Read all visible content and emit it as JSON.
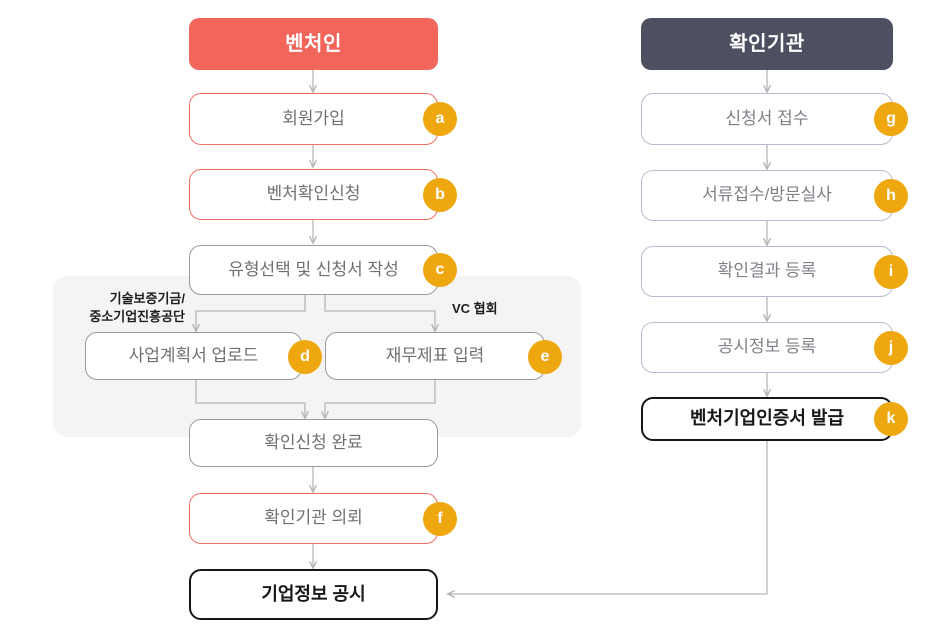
{
  "diagram": {
    "title_left": "벤처인",
    "title_right": "확인기관",
    "columns": [
      {
        "id": "applicant",
        "header": "벤처인",
        "header_color": "#f1655a"
      },
      {
        "id": "agency",
        "header": "확인기관",
        "header_color": "#4e5061"
      }
    ],
    "nodes": [
      {
        "id": "a",
        "label": "회원가입",
        "badge": "a",
        "style": "red",
        "column": "applicant"
      },
      {
        "id": "b",
        "label": "벤처확인신청",
        "badge": "b",
        "style": "red",
        "column": "applicant"
      },
      {
        "id": "c",
        "label": "유형선택 및 신청서 작성",
        "badge": "c",
        "style": "gray",
        "column": "applicant"
      },
      {
        "id": "d",
        "label": "사업계획서 업로드",
        "badge": "d",
        "style": "gray",
        "column": "applicant"
      },
      {
        "id": "e",
        "label": "재무제표 입력",
        "badge": "e",
        "style": "gray",
        "column": "applicant"
      },
      {
        "id": "done",
        "label": "확인신청 완료",
        "badge": "",
        "style": "gray",
        "column": "applicant"
      },
      {
        "id": "f",
        "label": "확인기관 의뢰",
        "badge": "f",
        "style": "red",
        "column": "applicant"
      },
      {
        "id": "pub",
        "label": "기업정보 공시",
        "badge": "",
        "style": "black",
        "column": "applicant"
      },
      {
        "id": "g",
        "label": "신청서 접수",
        "badge": "g",
        "style": "lav",
        "column": "agency"
      },
      {
        "id": "h",
        "label": "서류접수/방문실사",
        "badge": "h",
        "style": "lav",
        "column": "agency"
      },
      {
        "id": "i",
        "label": "확인결과 등록",
        "badge": "i",
        "style": "lav",
        "column": "agency"
      },
      {
        "id": "j",
        "label": "공시정보 등록",
        "badge": "j",
        "style": "lav",
        "column": "agency"
      },
      {
        "id": "k",
        "label": "벤처기업인증서 발급",
        "badge": "k",
        "style": "black",
        "column": "agency"
      }
    ],
    "edge_labels": {
      "left_branch": "기술보증기금/\n중소기업진흥공단",
      "right_branch": "VC 협회"
    },
    "colors": {
      "accent_red": "#f1655a",
      "accent_dark": "#4e5061",
      "badge_orange": "#efa70f",
      "panel_gray": "#f4f4f4",
      "connector_gray": "#b6b6b6",
      "text_gray": "#707072"
    }
  }
}
